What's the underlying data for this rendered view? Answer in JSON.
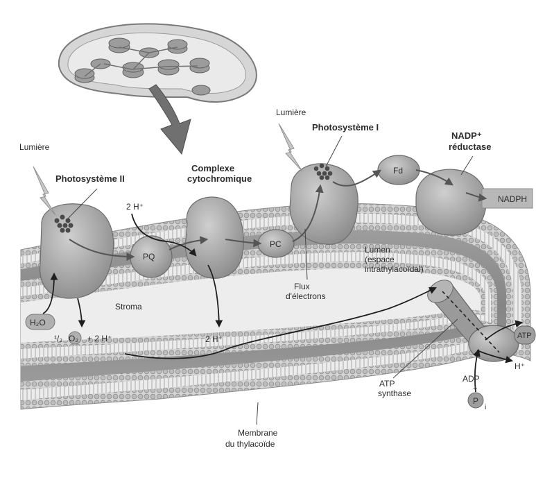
{
  "labels": {
    "lumiere_left": "Lumière",
    "photosystem_ii": "Photosystème II",
    "complexe": "Complexe",
    "cytochromique": "cytochromique",
    "lumiere_right": "Lumière",
    "photosystem_i": "Photosystème I",
    "nadp_line1": "NADP⁺",
    "nadp_line2": "réductase",
    "nadph": "NADPH",
    "pq": "PQ",
    "pc": "PC",
    "fd": "Fd",
    "h_plus_top": "2 H⁺",
    "stroma": "Stroma",
    "h2o": "H₂O",
    "half": "¹/₂",
    "o2": "O₂",
    "plus_2h": "+ 2 H⁺",
    "h_plus_bottom": "2 H⁺",
    "lumen_line1": "Lumen",
    "lumen_line2": "(espace",
    "lumen_line3": "intrathylacoïdal)",
    "flux_line1": "Flux",
    "flux_line2": "d'électrons",
    "atp_syn_line1": "ATP",
    "atp_syn_line2": "synthase",
    "adp": "ADP",
    "plus": "+",
    "p": "P",
    "i": "i",
    "atp_out": "ATP",
    "h_out": "H⁺",
    "membrane_line1": "Membrane",
    "membrane_line2": "du thylacoïde"
  },
  "colors": {
    "membrane_outer": "#b9b9b9",
    "lumen": "#8f8f8f",
    "protein": "#a5a5a5",
    "text": "#2b2b2b"
  }
}
